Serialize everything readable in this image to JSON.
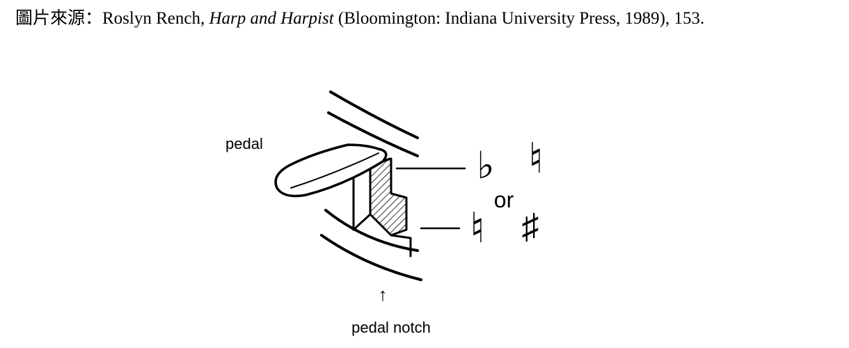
{
  "caption": {
    "prefix": "圖片來源：Roslyn Rench, ",
    "book_title": "Harp and Harpist",
    "suffix": " (Bloomington: Indiana University Press, 1989), 153."
  },
  "diagram": {
    "labels": {
      "pedal": "pedal",
      "pedal_notch": "pedal notch",
      "or": "or",
      "arrow": "↑"
    },
    "symbols": {
      "flat": "♭",
      "natural_upper": "♮",
      "natural_lower": "♮",
      "sharp": "♯"
    }
  }
}
